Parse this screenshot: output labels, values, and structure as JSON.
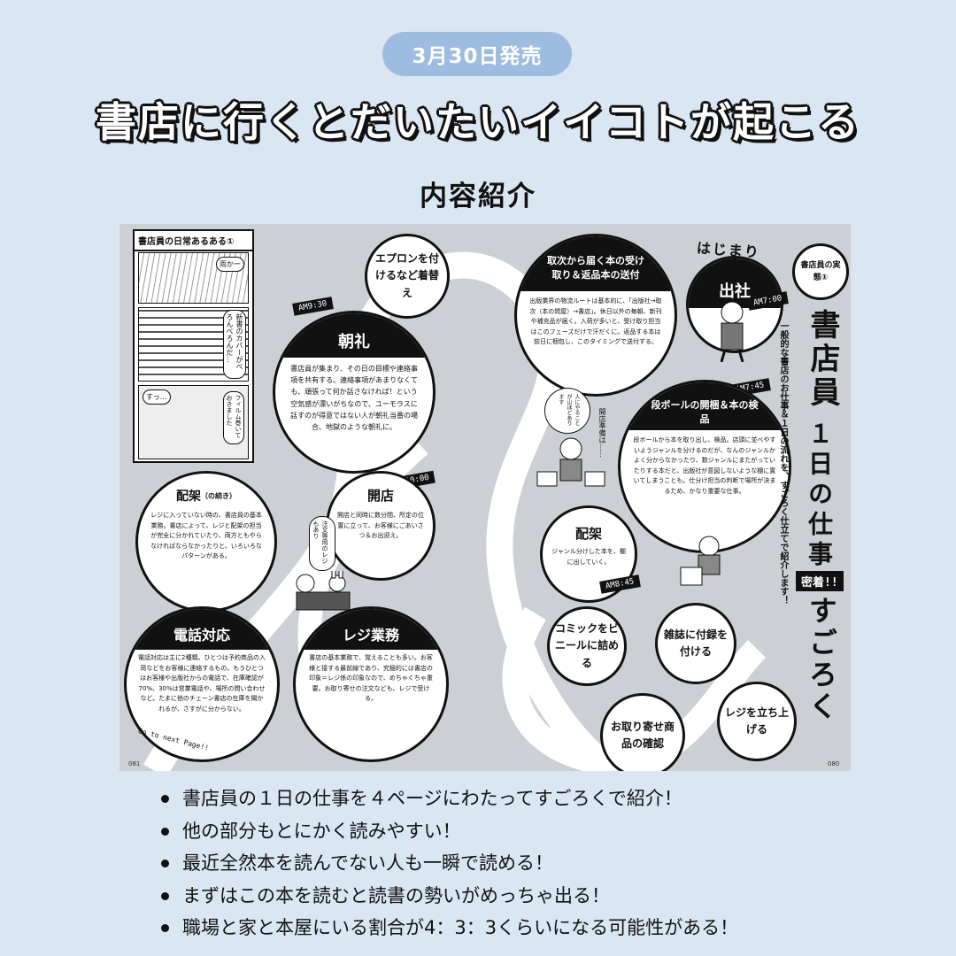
{
  "badge": "3月30日発売",
  "headline": "書店に行くとだいたいイイコトが起こる",
  "subhead": "内容紹介",
  "spread": {
    "comic": {
      "title": "書店員の日常あるある①",
      "bubble1": "雨かー",
      "bubble2": "新書のカバーがべろんべろんだ…",
      "bubble3": "すっ…",
      "bubble4": "フィルム巻いておきました"
    },
    "steps": {
      "apron": "エプロンを付けるなど着替え",
      "chorei": {
        "tag": "AM9:30",
        "title": "朝礼",
        "text": "書店員が集まり、その日の目標や連絡事項を共有する。連絡事項があまりなくても、頑張って何か話さなければ！という空気感が漂いがちなので、ユーモラスに話すのが得意ではない人が朝礼当番の場合、地獄のような朝礼に。"
      },
      "kaiten": {
        "tag": "AM10:00",
        "title": "開店",
        "text": "開店と同時に数分間、所定の位置に立って、お客様にごあいさつ＆お出迎え。"
      },
      "haika1": {
        "title": "配架",
        "note": "（の続き）",
        "text": "レジに入っていない時の、書店員の基本業務。書店によって、レジと配架の担当が完全に分かれていたり、両方ともやらなければならなかったりと、いろいろなパターンがある。"
      },
      "denwa": {
        "title": "電話対応",
        "text": "電話対応は主に2種類。ひとつは予約商品の入荷などをお客様に連絡するもの。もうひとつはお客様や出版社からの電話で、在庫確認が70%、30%は営業電話や、場所の問い合わせなど。たまに他のチェーン書店の在庫を聞かれるが、さすがに分からない。"
      },
      "reji": {
        "title": "レジ業務",
        "text": "書店の基本業務で、覚えることも多い。お客様と接する最前線であり、究極的には書店の印象＝レジ係の印象なので、めちゃくちゃ重要。お取り寄せの注文なども、レジで受ける。"
      },
      "toritsugi": {
        "title": "取次から届く本の受け取り＆返品本の送付",
        "text": "出版業界の物流ルートは基本的に、「出版社→取次（本の問屋）→書店」。休日以外の毎朝、新刊や補充品が届く。入荷が多いと、受け取り担当はこのフェーズだけで汗だくに。返品する本は前日に梱包し、このタイミングで送付する。"
      },
      "shussha": {
        "tag": "AM7:00",
        "title": "出社",
        "label": "はじまり"
      },
      "danboru": {
        "tag": "AM7:45",
        "title": "段ボールの開梱＆本の検品",
        "text": "段ボールから本を取り出し、検品。店頭に並べやすいようジャンルを分けるのだが、なんのジャンルかよく分からなかったり、数ジャンルにまたがっていたりする本だと、出版社が意図しないような棚に置いてしまうことも。仕分け担当の判断で場所が決まるため、かなり重要な仕事。"
      },
      "haika2": {
        "tag": "AM8:45",
        "title": "配架",
        "text": "ジャンル分けした本を、棚に出していく。"
      },
      "comic": "コミックをビニールに詰める",
      "zasshi": "雑誌に付録を付ける",
      "regi_up": "レジを立ち上げる",
      "otoriyose": "お取り寄せ商品の確認"
    },
    "vertical": {
      "label": "書店員の実態①",
      "title1": "書店員",
      "title2": "１日の仕事",
      "tag": "密着!!",
      "title3": "すごろく",
      "lead": "一般的な書店のお仕事＆１日の流れを、すごろく仕立てで紹介します！"
    },
    "small_bubbles": {
      "a": "人にやることが山ほどあります",
      "b": "開店準備は……",
      "c": "注文専用のレジもあり"
    },
    "go_next": "Go to next Page!!",
    "page_left": "081",
    "page_right": "080"
  },
  "bullets": [
    "書店員の１日の仕事を４ページにわたってすごろくで紹介！",
    "他の部分もとにかく読みやすい！",
    "最近全然本を読んでない人も一瞬で読める！",
    "まずはこの本を読むと読書の勢いがめっちゃ出る！",
    "職場と家と本屋にいる割合が4：3：3くらいになる可能性がある！"
  ]
}
